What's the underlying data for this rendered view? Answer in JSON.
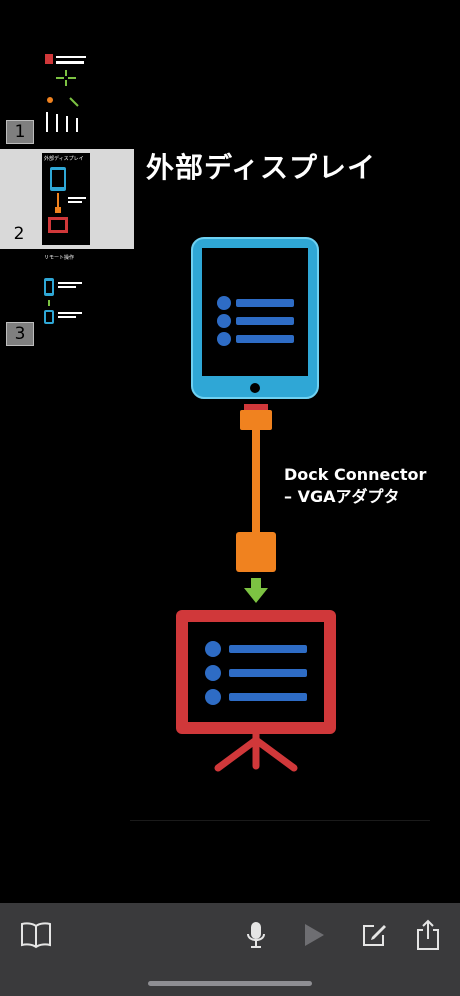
{
  "sidebar": {
    "slides": [
      {
        "number": "1",
        "selected": false,
        "title": ""
      },
      {
        "number": "2",
        "selected": true,
        "title": "外部ディスプレイ"
      },
      {
        "number": "3",
        "selected": false,
        "title": "リモート操作"
      }
    ]
  },
  "slide": {
    "title": "外部ディスプレイ",
    "caption_line1": "Dock Connector",
    "caption_line2": "– VGAアダプタ"
  },
  "toolbar": {
    "items": [
      "book-icon",
      "microphone-icon",
      "play-icon",
      "compose-icon",
      "share-icon"
    ]
  },
  "colors": {
    "ipad": "#2fa7d6",
    "connector": "#f0821f",
    "arrow": "#7cc242",
    "projector": "#d0383a",
    "bullet": "#2e6cc5"
  }
}
